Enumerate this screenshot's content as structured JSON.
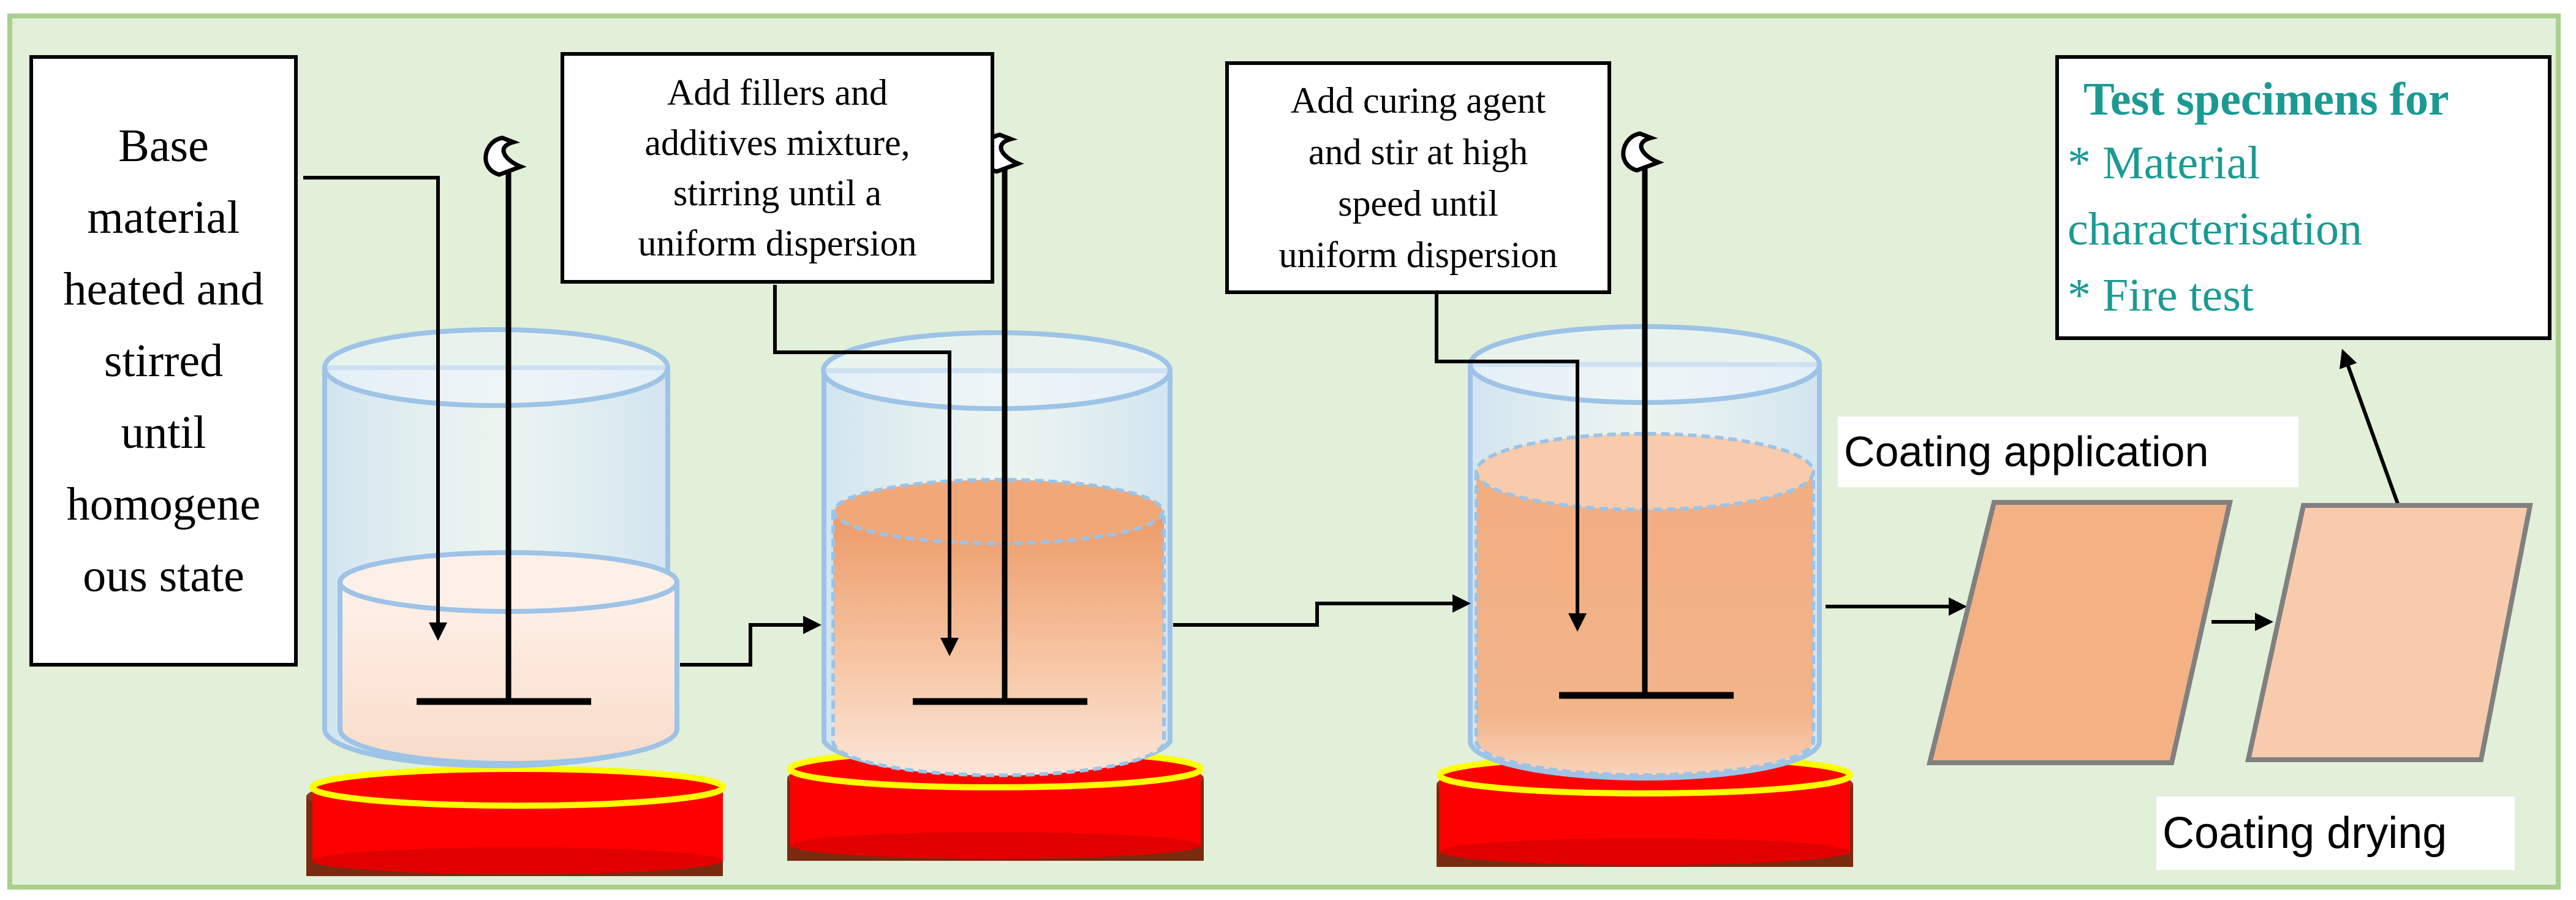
{
  "steps": [
    {
      "text": "Base\nmaterial\nheated and\nstirred\nuntil\nhomogene\nous state"
    },
    {
      "text": "Add fillers and\nadditives mixture,\nstirring until a\nuniform dispersion"
    },
    {
      "text": "Add curing agent\nand stir at high\nspeed until\nuniform dispersion"
    }
  ],
  "coating_application": "Coating application",
  "coating_drying": "Coating drying",
  "test": {
    "title": "Test specimens for",
    "items": [
      "* Material",
      "characterisation",
      "* Fire test"
    ]
  },
  "colors": {
    "panel_bg": "#e2efd9",
    "panel_border": "#a9d08e",
    "hotplate_red": "#ff0000",
    "hotplate_rim": "#ffff00",
    "slab_fill": "#f4b183",
    "test_text": "#1a9a93"
  }
}
